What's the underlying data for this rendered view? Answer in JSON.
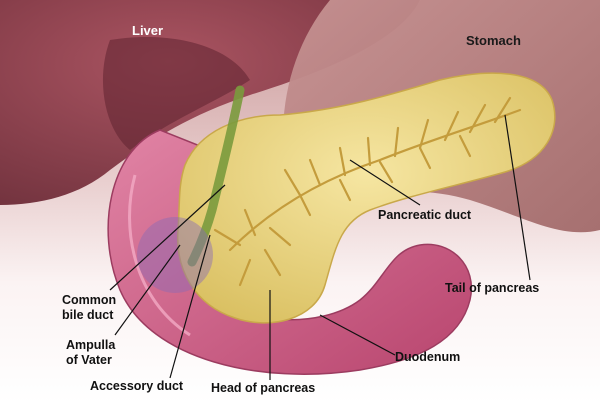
{
  "labels": {
    "liver": "Liver",
    "stomach": "Stomach",
    "pancreatic_duct": "Pancreatic duct",
    "tail": "Tail of pancreas",
    "common_bile_duct_line1": "Common",
    "common_bile_duct_line2": "bile duct",
    "ampulla_line1": "Ampulla",
    "ampulla_line2": "of Vater",
    "duodenum": "Duodenum",
    "accessory_duct": "Accessory duct",
    "head": "Head of pancreas"
  },
  "colors": {
    "liver": "#8a3d4a",
    "stomach": "#b27a7a",
    "pancreas": "#e8d27a",
    "duodenum": "#cf5f86",
    "bile_duct": "#7a9a3d",
    "ampulla": "#8a6ab5",
    "leader_line": "#111111"
  }
}
